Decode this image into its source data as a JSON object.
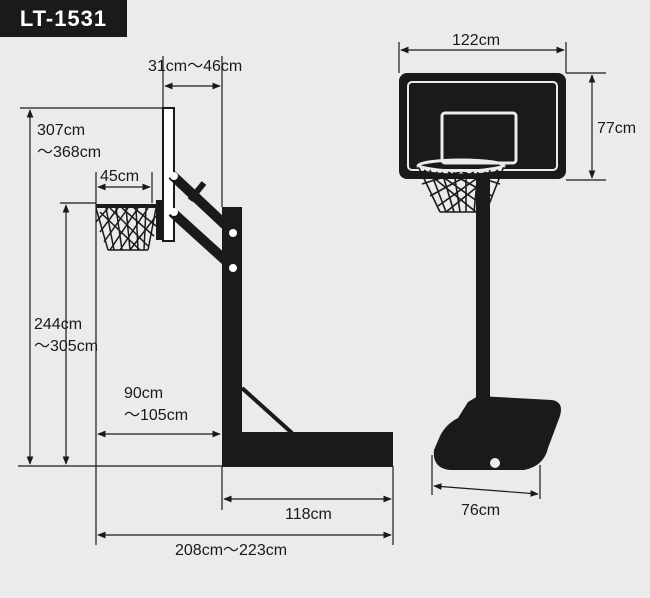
{
  "model": "LT-1531",
  "colors": {
    "background": "#ebebeb",
    "ink": "#1a1a1a"
  },
  "side_view": {
    "height_total": {
      "line1": "307cm",
      "line2": "～368cm"
    },
    "backboard_offset": "31cm～46cm",
    "rim_diameter": "45cm",
    "rim_height": {
      "line1": "244cm",
      "line2": "～305cm"
    },
    "overhang": {
      "line1": "90cm",
      "line2": "～105cm"
    },
    "base_length": "118cm",
    "total_length": "208cm～223cm"
  },
  "front_view": {
    "backboard_width": "122cm",
    "backboard_height": "77cm",
    "base_width": "76cm"
  }
}
